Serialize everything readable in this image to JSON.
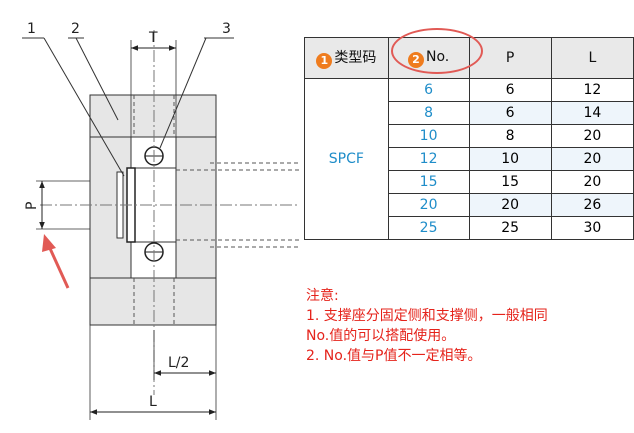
{
  "drawing": {
    "labels": {
      "part1": "1",
      "part2": "2",
      "part3": "3",
      "T": "T",
      "P": "P",
      "L_half": "L/2",
      "L": "L"
    }
  },
  "table": {
    "headers": {
      "type_badge": "1",
      "type_label": "类型码",
      "no_badge": "2",
      "no_label": "No.",
      "p": "P",
      "l": "L"
    },
    "series": "SPCF",
    "rows": [
      {
        "no": "6",
        "p": "6",
        "l": "12"
      },
      {
        "no": "8",
        "p": "6",
        "l": "14"
      },
      {
        "no": "10",
        "p": "8",
        "l": "20"
      },
      {
        "no": "12",
        "p": "10",
        "l": "20"
      },
      {
        "no": "15",
        "p": "15",
        "l": "20"
      },
      {
        "no": "20",
        "p": "20",
        "l": "26"
      },
      {
        "no": "25",
        "p": "25",
        "l": "30"
      }
    ]
  },
  "notes": {
    "title": "注意:",
    "line1": "1.  支撑座分固定侧和支撑侧，一般相同",
    "line2": "No.值的可以搭配使用。",
    "line3": "2.  No.值与P值不一定相等。"
  },
  "colors": {
    "accent_blue": "#1f8dc9",
    "badge_orange": "#ef7c1e",
    "note_red": "#e5231b",
    "highlight_circle": "#e15a55"
  }
}
